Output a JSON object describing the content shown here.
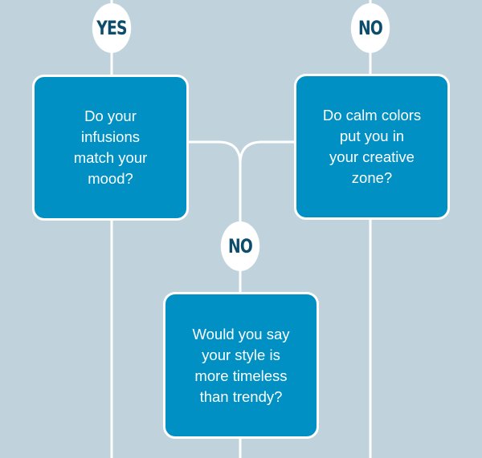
{
  "colors": {
    "background": "#c0d3dc",
    "box_fill": "#0090c3",
    "box_border": "#ffffff",
    "connector": "#ffffff",
    "badge_fill": "#ffffff",
    "badge_text": "#0d4c6b"
  },
  "badges": {
    "top_left": "YES",
    "top_right": "NO",
    "middle": "NO"
  },
  "questions": {
    "left": "Do your infusions match your mood?",
    "right": "Do calm colors put you in your creative zone?",
    "bottom": "Would you say your style is more timeless than trendy?"
  },
  "question_lines": {
    "left": [
      "Do your",
      "infusions",
      "match your",
      "mood?"
    ],
    "right": [
      "Do calm colors",
      "put you in",
      "your creative",
      "zone?"
    ],
    "bottom": [
      "Would you say",
      "your style is",
      "more timeless",
      "than trendy?"
    ]
  }
}
